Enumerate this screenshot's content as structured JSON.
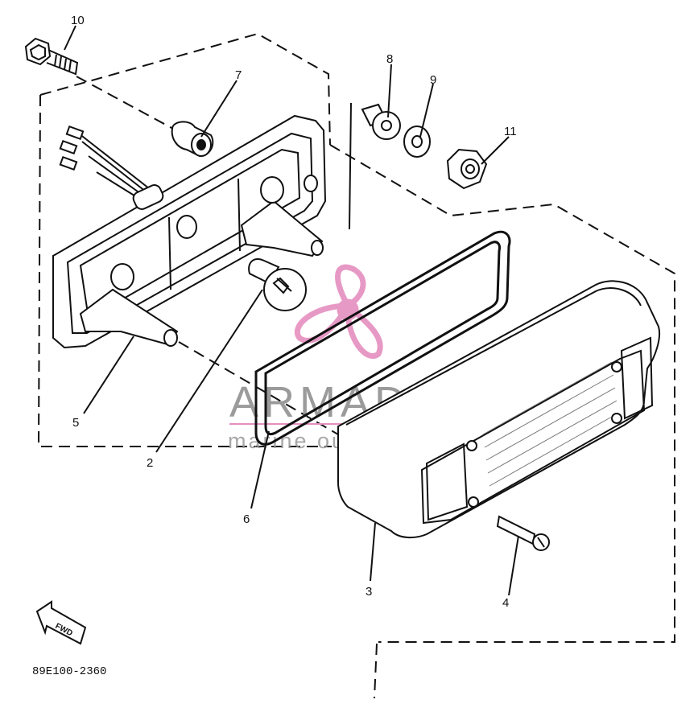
{
  "diagram_code": "89E100-2360",
  "forward_badge": "FWD",
  "watermark": {
    "brand": "ARMADA",
    "tagline": "marine outboards"
  },
  "callouts": [
    {
      "id": "callout-1",
      "label": "10"
    },
    {
      "id": "callout-2",
      "label": "7"
    },
    {
      "id": "callout-3",
      "label": "8"
    },
    {
      "id": "callout-4",
      "label": "9"
    },
    {
      "id": "callout-5",
      "label": "11"
    },
    {
      "id": "callout-6",
      "label": "5"
    },
    {
      "id": "callout-7",
      "label": "2"
    },
    {
      "id": "callout-8",
      "label": "6"
    },
    {
      "id": "callout-9",
      "label": "3"
    },
    {
      "id": "callout-10",
      "label": "4"
    }
  ],
  "colors": {
    "ink": "#111111",
    "watermark_pink": "#e58fbf",
    "watermark_gray": "#8a8a8a"
  }
}
